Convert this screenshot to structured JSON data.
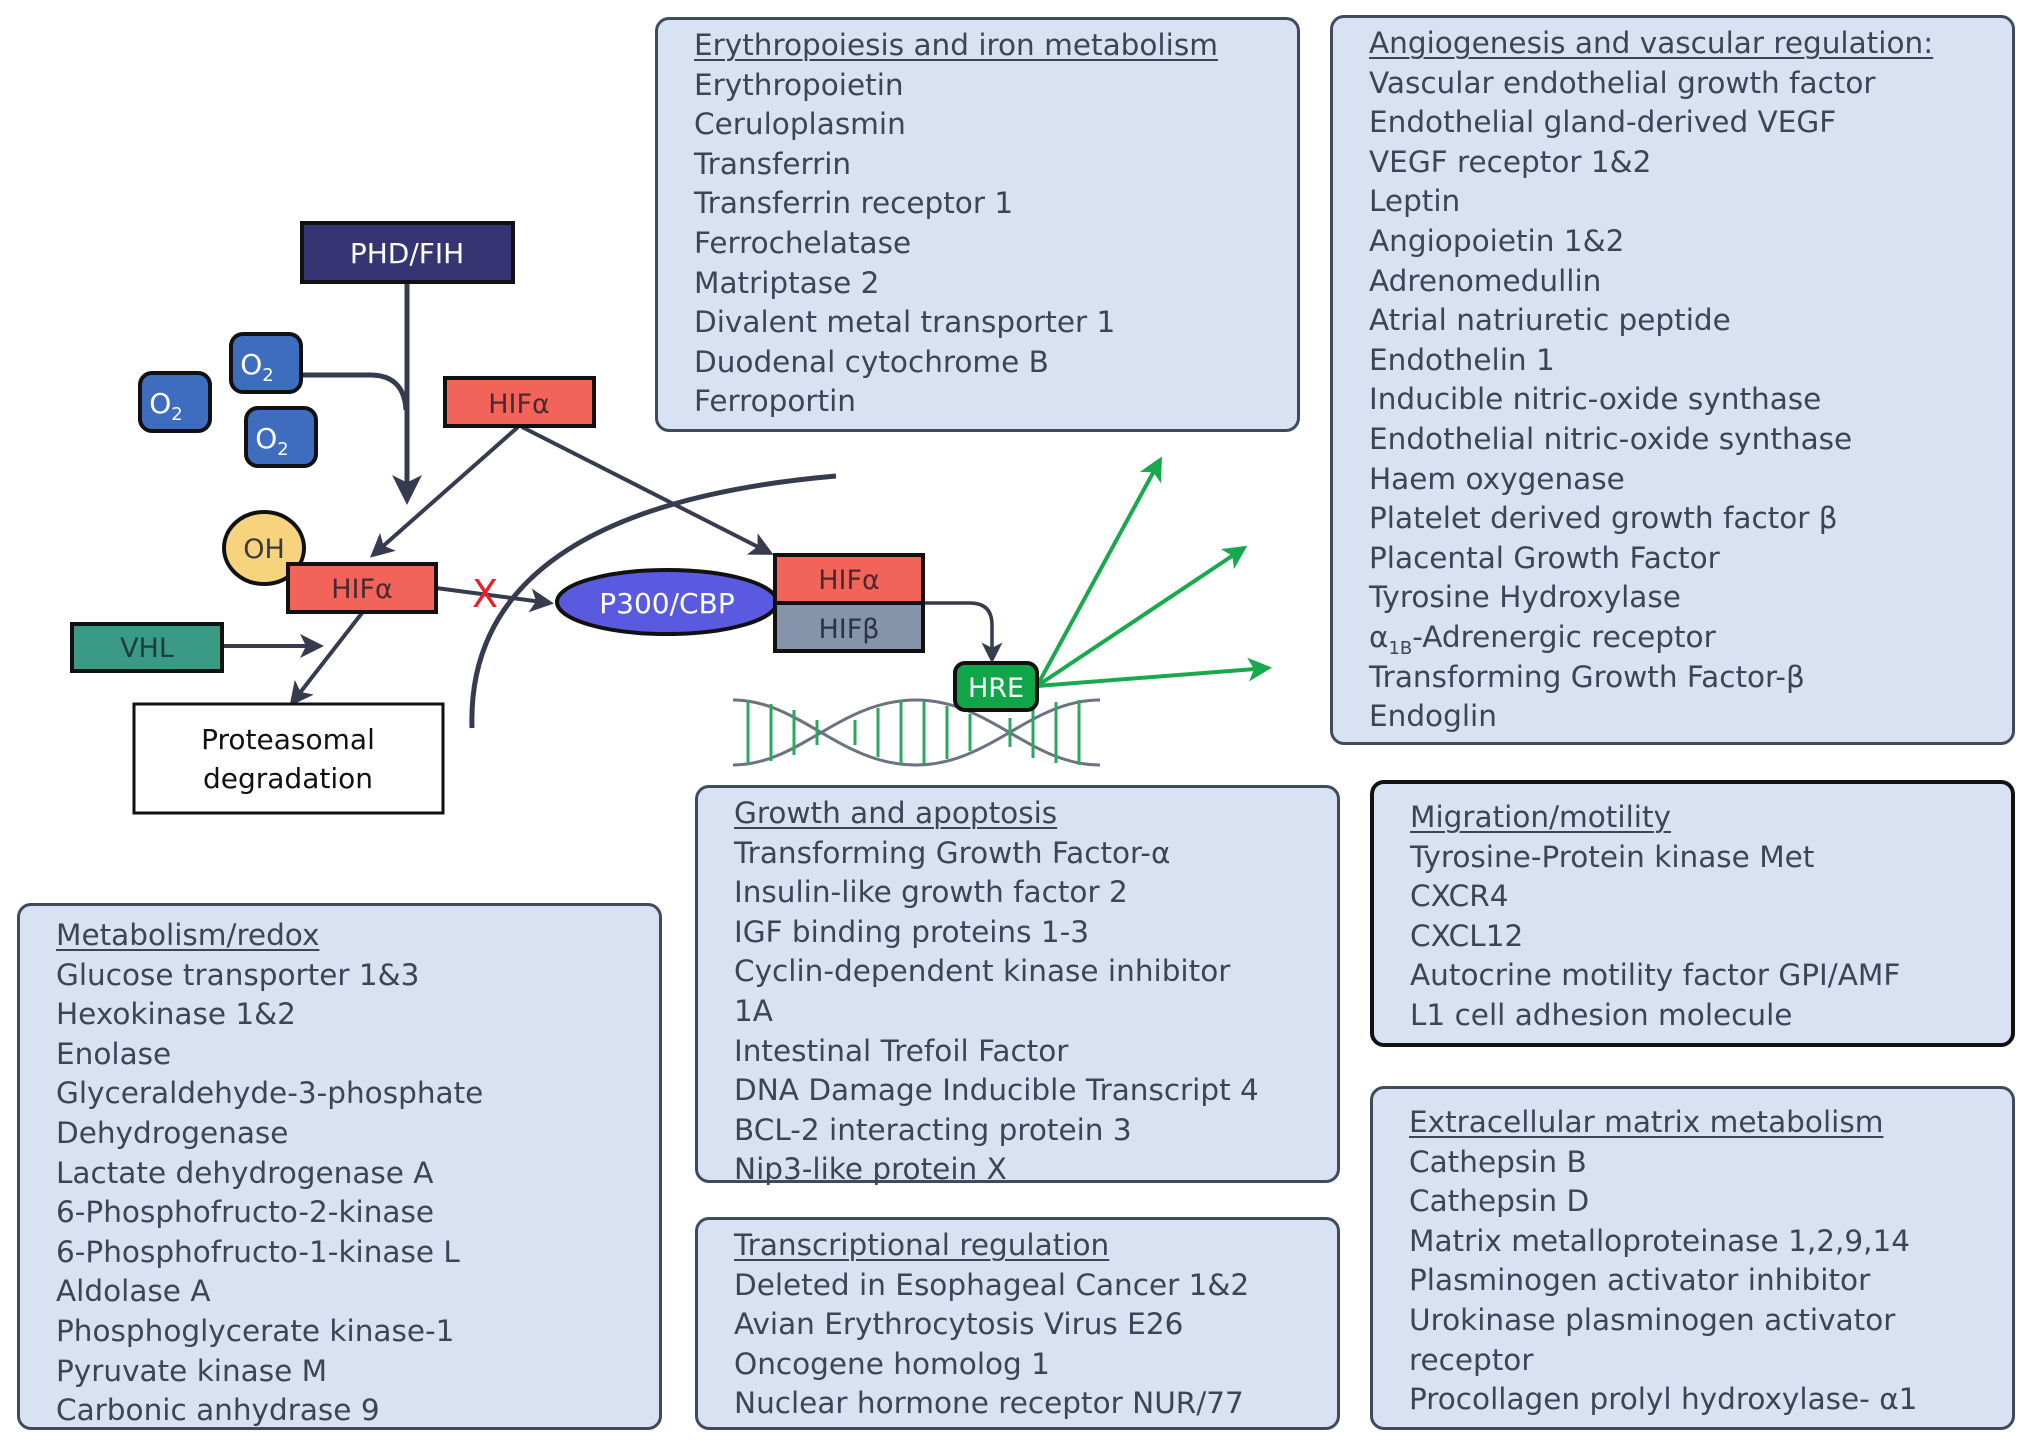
{
  "diagram": {
    "nodes": {
      "phd_fih": "PHD/FIH",
      "o2": "O",
      "o2_sub": "2",
      "hif_alpha_free": "HIFα",
      "oh": "OH",
      "hif_alpha_hydroxylated": "HIFα",
      "vhl": "VHL",
      "proteasomal_line1": "Proteasomal",
      "proteasomal_line2": "degradation",
      "blocked_mark": "X",
      "p300_cbp": "P300/CBP",
      "hif_alpha_complex": "HIFα",
      "hif_beta_complex": "HIFβ",
      "hre": "HRE"
    },
    "colors": {
      "phd_fih": "#363473",
      "o2": "#3e6dbf",
      "hif_alpha": "#f2635a",
      "oh": "#f8d37e",
      "vhl": "#3a9a86",
      "p300_cbp": "#5a5ae0",
      "hif_beta": "#8593ab",
      "hre": "#11a54a",
      "arrow": "#363c4e",
      "green_arrow": "#18a84e",
      "blocked_mark": "#e8202a",
      "panel_fill": "#d9e2f2"
    }
  },
  "panels": {
    "erythropoiesis": {
      "heading": "Erythropoiesis and iron metabolism",
      "items": [
        "Erythropoietin",
        "Ceruloplasmin",
        "Transferrin",
        "Transferrin receptor 1",
        "Ferrochelatase",
        "Matriptase 2",
        "Divalent metal transporter 1",
        "Duodenal cytochrome B",
        "Ferroportin"
      ]
    },
    "angiogenesis": {
      "heading": "Angiogenesis and vascular regulation:",
      "items": [
        "Vascular endothelial growth factor",
        "Endothelial gland-derived VEGF",
        "VEGF receptor 1&2",
        "Leptin",
        "Angiopoietin 1&2",
        "Adrenomedullin",
        "Atrial natriuretic peptide",
        "Endothelin 1",
        "Inducible nitric-oxide synthase",
        "Endothelial nitric-oxide synthase",
        "Haem oxygenase",
        "Platelet derived growth factor β",
        "Placental Growth Factor",
        "Tyrosine Hydroxylase"
      ],
      "alpha_item": {
        "prefix": "α",
        "sub": "1B",
        "suffix": "-Adrenergic receptor"
      },
      "items_after": [
        "Transforming Growth Factor-β",
        "Endoglin"
      ]
    },
    "growth": {
      "heading": "Growth and apoptosis",
      "items": [
        "Transforming Growth Factor-α",
        "Insulin-like growth factor 2",
        "IGF binding proteins 1-3",
        "Cyclin-dependent kinase inhibitor",
        "1A",
        "Intestinal Trefoil Factor",
        "DNA Damage Inducible Transcript 4",
        "BCL-2 interacting protein 3",
        "Nip3-like protein X"
      ]
    },
    "transcriptional": {
      "heading": "Transcriptional regulation",
      "items": [
        "Deleted in Esophageal Cancer 1&2",
        "Avian Erythrocytosis Virus E26",
        "Oncogene homolog 1",
        "Nuclear hormone receptor NUR/77"
      ]
    },
    "migration": {
      "heading": "Migration/motility",
      "items": [
        "Tyrosine-Protein kinase Met",
        "CXCR4",
        "CXCL12",
        "Autocrine motility factor GPI/AMF",
        "L1 cell adhesion molecule"
      ]
    },
    "ecm": {
      "heading": "Extracellular matrix metabolism",
      "items": [
        "Cathepsin B",
        "Cathepsin D",
        "Matrix metalloproteinase 1,2,9,14",
        "Plasminogen activator inhibitor",
        "Urokinase plasminogen activator",
        "receptor",
        "Procollagen prolyl hydroxylase- α1"
      ]
    },
    "metabolism": {
      "heading": "Metabolism/redox ",
      "items": [
        "Glucose transporter 1&3",
        "Hexokinase 1&2",
        "Enolase",
        "Glyceraldehyde-3-phosphate",
        "Dehydrogenase",
        "Lactate dehydrogenase  A",
        "6-Phosphofructo-2-kinase",
        "6-Phosphofructo-1-kinase  L",
        "Aldolase A",
        "Phosphoglycerate kinase-1",
        "Pyruvate kinase M",
        "Carbonic anhydrase 9"
      ]
    }
  }
}
